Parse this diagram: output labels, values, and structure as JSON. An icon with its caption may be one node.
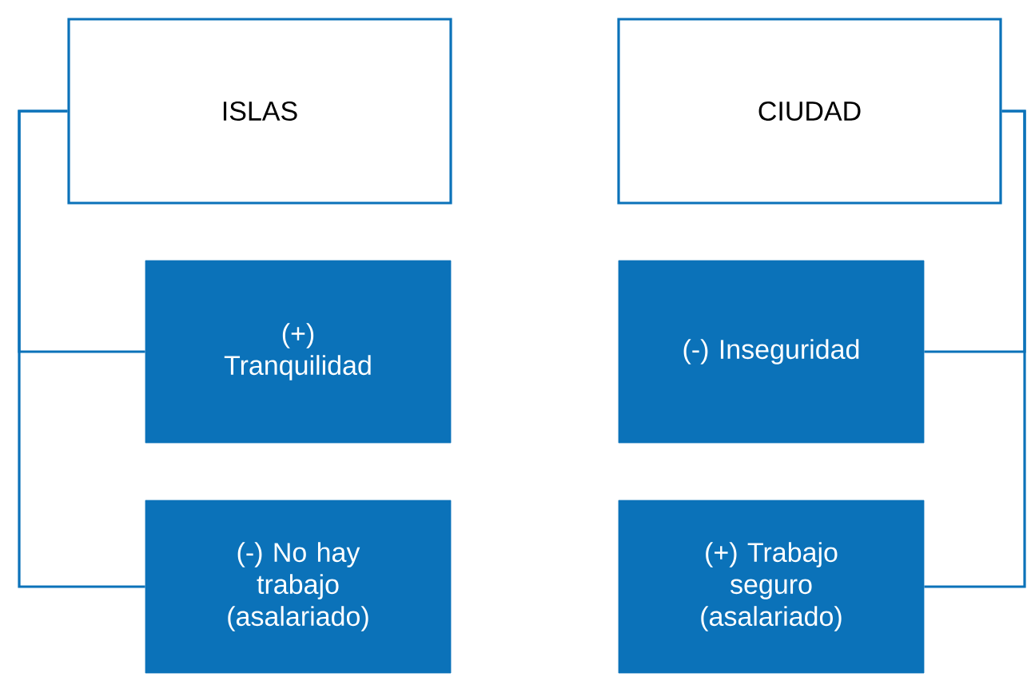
{
  "diagram": {
    "nodes": [
      {
        "text": [
          "ISLAS"
        ]
      },
      {
        "text": [
          "(+) Tranquilidad"
        ]
      },
      {
        "text": [
          "(-) No hay trabajo (asalariado)"
        ]
      },
      {
        "text": [
          "CIUDAD"
        ]
      },
      {
        "text": [
          "(-) Inseguridad"
        ]
      },
      {
        "text": [
          "(+) Trabajo seguro (asalariado)"
        ]
      }
    ],
    "edges": [
      {
        "from": 0,
        "to": 1,
        "arrow": "none"
      },
      {
        "from": 0,
        "to": 2,
        "arrow": "none"
      },
      {
        "from": 3,
        "to": 4,
        "arrow": "none"
      },
      {
        "from": 3,
        "to": 5,
        "arrow": "none"
      }
    ]
  }
}
